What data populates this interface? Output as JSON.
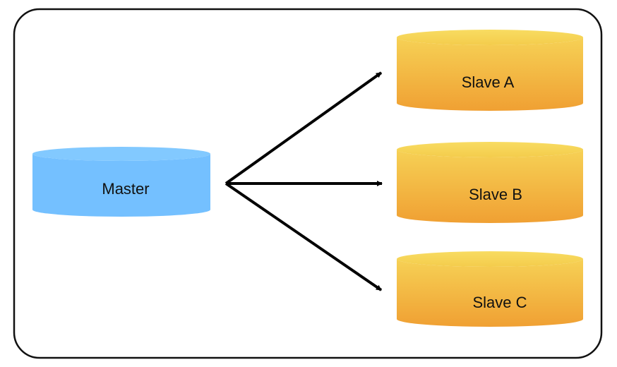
{
  "diagram": {
    "type": "master-slave-replication",
    "master": {
      "label": "Master",
      "color": "#7cc3ff"
    },
    "slaves": [
      {
        "label": "Slave A"
      },
      {
        "label": "Slave B"
      },
      {
        "label": "Slave C"
      }
    ],
    "slave_gradient": {
      "top_color": "#f6d155",
      "bottom_color": "#f0a033"
    },
    "edges": [
      {
        "from": "Master",
        "to": "Slave A"
      },
      {
        "from": "Master",
        "to": "Slave B"
      },
      {
        "from": "Master",
        "to": "Slave C"
      }
    ]
  }
}
